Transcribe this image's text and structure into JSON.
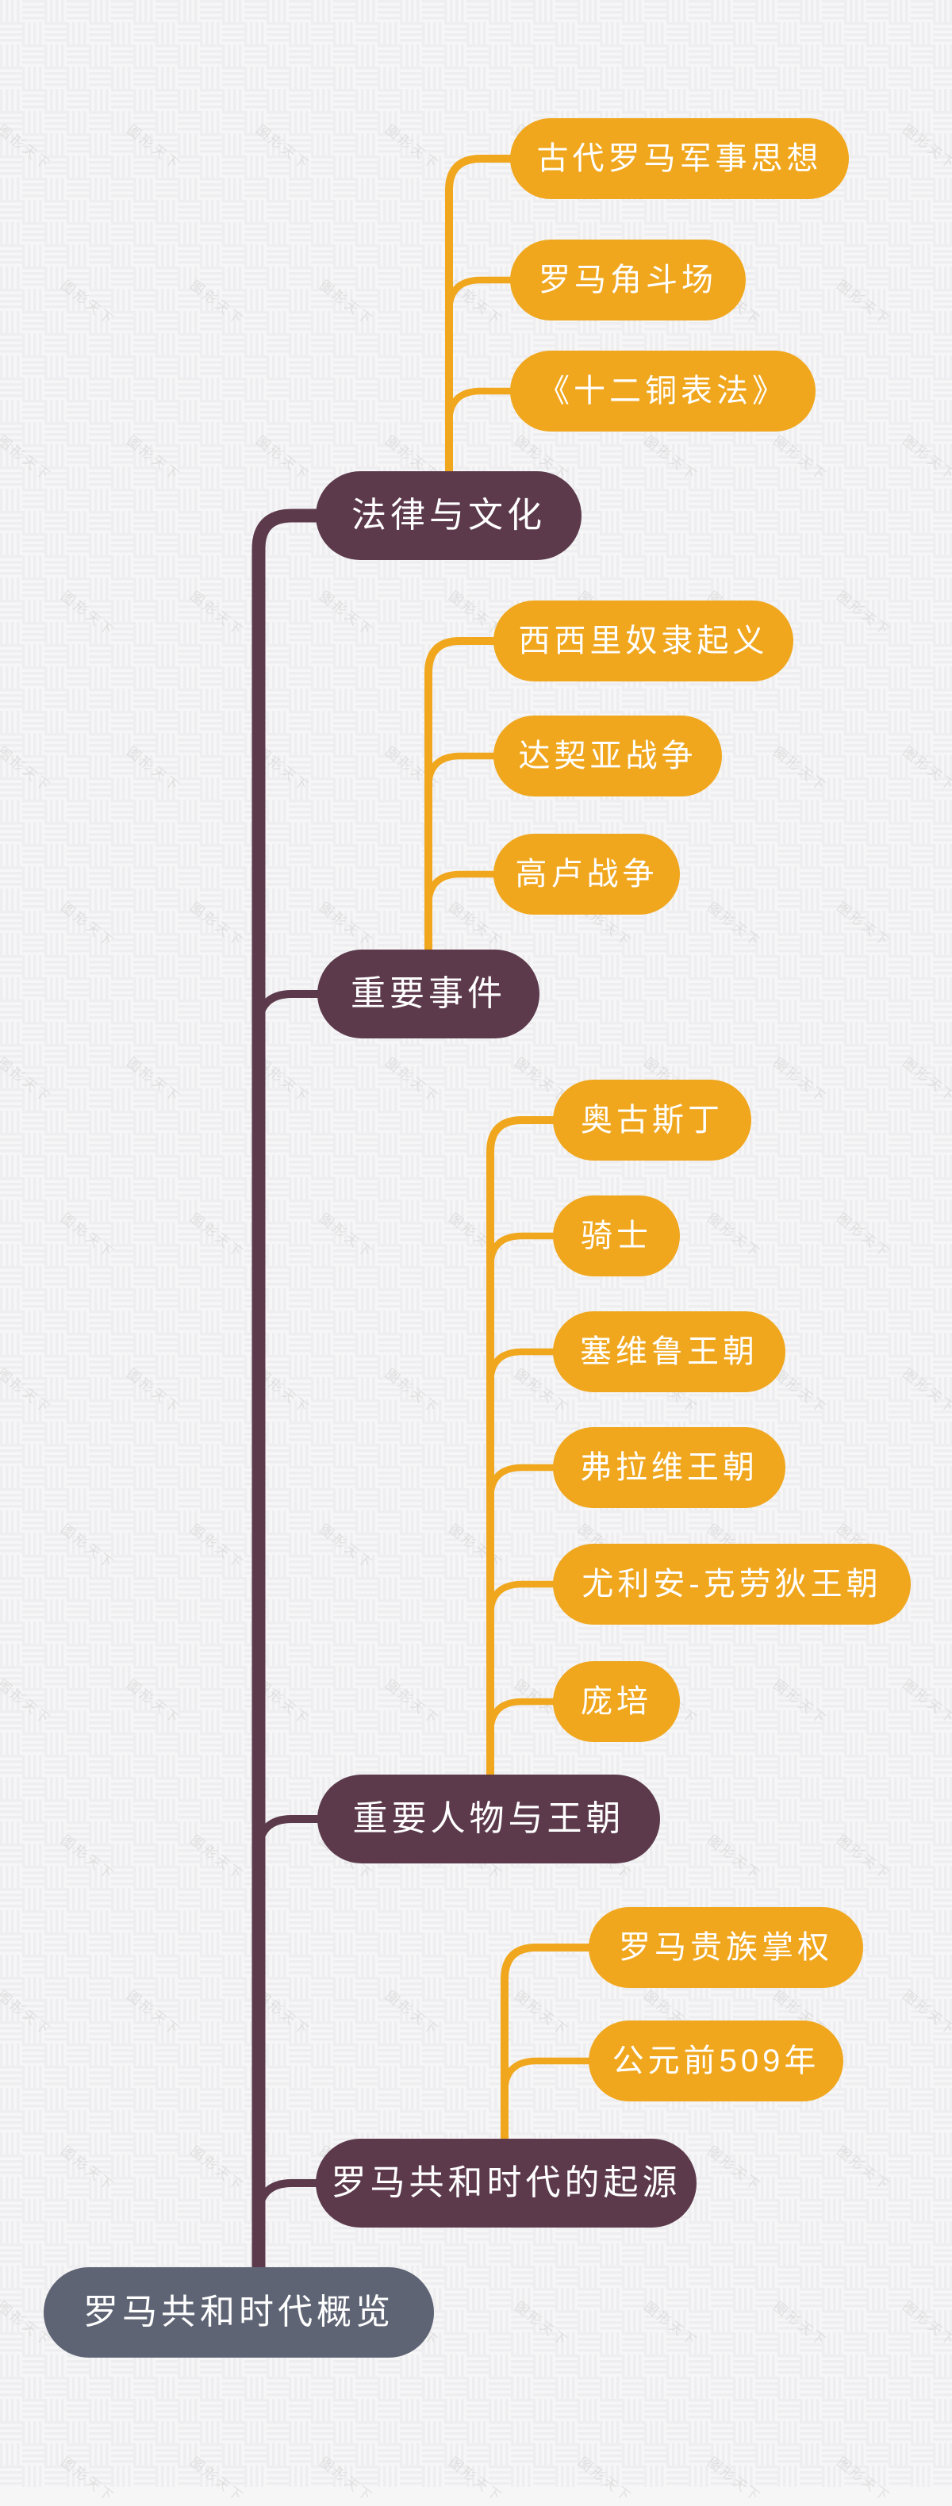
{
  "watermark": "图形天下",
  "colors": {
    "leaf_fill": "#F0A71E",
    "branch_fill": "#5C3A4C",
    "root_fill": "#5E6474",
    "node_text": "#FFFFFF",
    "canvas_base": "#F6F6F7",
    "weave_stripe": "#EBEBED",
    "watermark_text": "#C9C9C9"
  },
  "mindmap": {
    "root": {
      "label": "罗马共和时代概览"
    },
    "branches": [
      {
        "label": "法律与文化",
        "children": [
          "古代罗马军事思想",
          "罗马角斗场",
          "《十二铜表法》"
        ]
      },
      {
        "label": "重要事件",
        "children": [
          "西西里奴隶起义",
          "达契亚战争",
          "高卢战争"
        ]
      },
      {
        "label": "重要人物与王朝",
        "children": [
          "奥古斯丁",
          "骑士",
          "塞维鲁王朝",
          "弗拉维王朝",
          "尤利安-克劳狄王朝",
          "庞培"
        ]
      },
      {
        "label": "罗马共和时代的起源",
        "children": [
          "罗马贵族掌权",
          "公元前509年"
        ]
      }
    ]
  }
}
